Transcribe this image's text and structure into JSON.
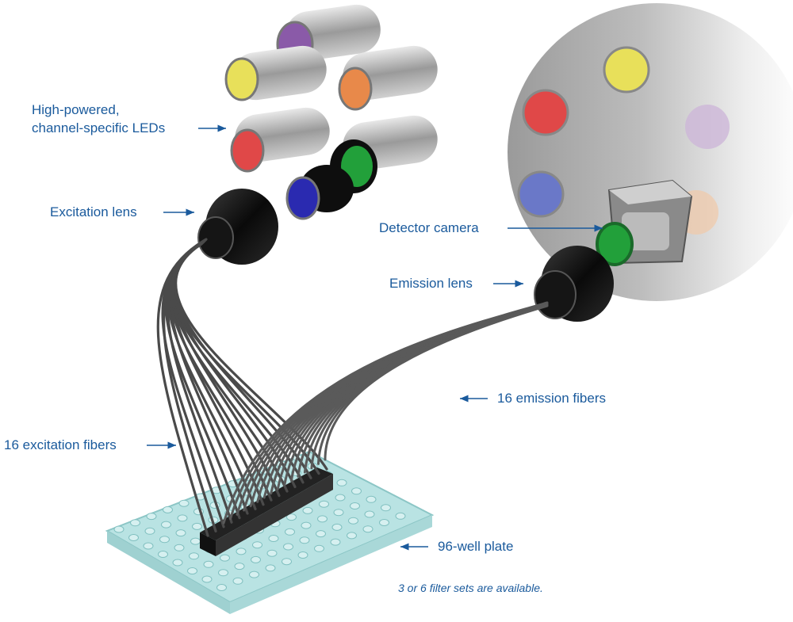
{
  "labels": {
    "leds_line1": "High-powered,",
    "leds_line2": "channel-specific LEDs",
    "excitation_lens": "Excitation lens",
    "detector_camera": "Detector camera",
    "emission_lens": "Emission lens",
    "emission_fibers": "16 emission fibers",
    "excitation_fibers": "16 excitation fibers",
    "well_plate": "96-well plate"
  },
  "note": "3 or 6 filter sets are available.",
  "colors": {
    "label_text": "#1a5a9c",
    "led_yellow": "#e8e05a",
    "led_purple": "#8a5aa8",
    "led_orange": "#e8894a",
    "led_red": "#e04848",
    "led_green": "#22a03a",
    "led_blue": "#2a2ab0",
    "plate": "#b9e3e3",
    "fiber": "#4a4a4a"
  },
  "components": {
    "led_count": 6,
    "excitation_fiber_count": 16,
    "emission_fiber_count": 16,
    "plate_wells": 96
  }
}
